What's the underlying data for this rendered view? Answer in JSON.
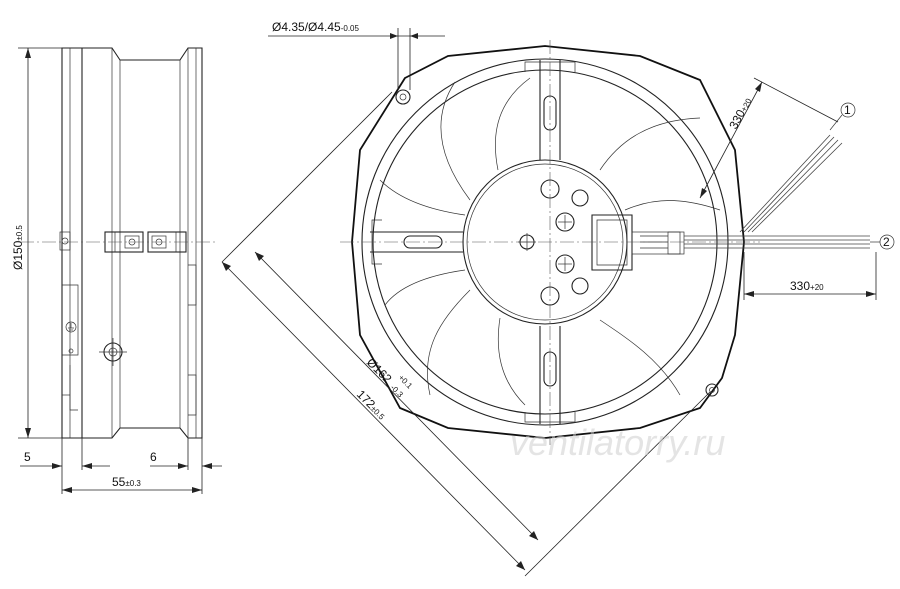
{
  "drawing": {
    "dims": {
      "height": {
        "main": "Ø150",
        "tol": "±0.5"
      },
      "left_offset": {
        "main": "5"
      },
      "right_offset": {
        "main": "6"
      },
      "depth": {
        "main": "55",
        "tol": "±0.3"
      },
      "hole": {
        "main": "Ø4.35/Ø4.45",
        "tol": "-0.05"
      },
      "lead_angled": {
        "main": "330",
        "tol": "+20"
      },
      "lead_straight": {
        "main": "330",
        "tol": "+20"
      },
      "body_diameter": {
        "main": "Ø162",
        "tol_upper": "+0.1",
        "tol_lower": "-0.3"
      },
      "diagonal": {
        "main": "172",
        "tol": "±0.5"
      }
    },
    "callouts": [
      "1",
      "2"
    ],
    "watermark": "ventilatorry.ru",
    "icons": [
      "ground-symbol-icon"
    ]
  }
}
